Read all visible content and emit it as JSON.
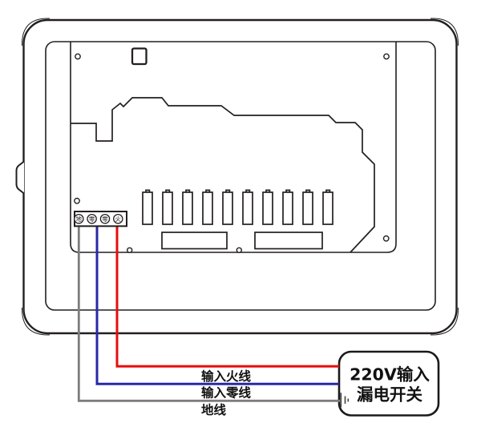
{
  "device": {
    "terminals": [
      {
        "label": "地"
      },
      {
        "label": "零"
      },
      {
        "label": "零"
      },
      {
        "label": "火"
      }
    ]
  },
  "wires": {
    "live": {
      "label": "输入火线",
      "color": "#e60e0e"
    },
    "neutral": {
      "label": "输入零线",
      "color": "#2828a8"
    },
    "ground": {
      "label": "地线",
      "color": "#7d7d7d"
    }
  },
  "breaker": {
    "line1": "220V输入",
    "line2": "漏电开关"
  },
  "outline_color": "#231f20"
}
